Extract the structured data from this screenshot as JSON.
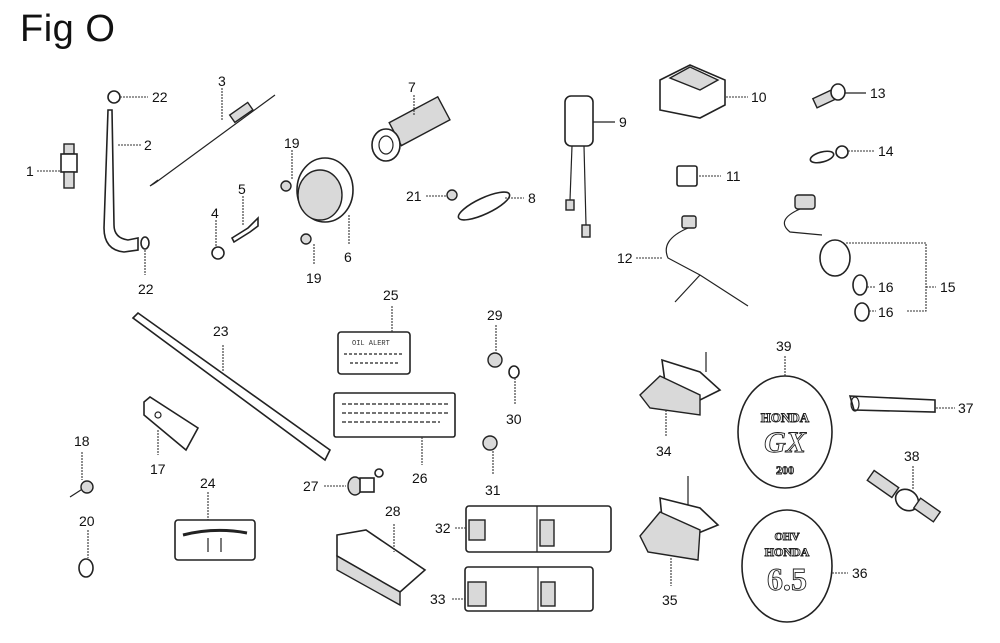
{
  "figure": {
    "title": "Fig O",
    "callouts": [
      "1",
      "2",
      "3",
      "4",
      "5",
      "6",
      "7",
      "8",
      "9",
      "10",
      "11",
      "12",
      "13",
      "14",
      "15",
      "16",
      "16",
      "17",
      "18",
      "19",
      "19",
      "20",
      "21",
      "22",
      "22",
      "23",
      "24",
      "25",
      "26",
      "27",
      "28",
      "29",
      "30",
      "31",
      "32",
      "33",
      "34",
      "35",
      "36",
      "37",
      "38",
      "39"
    ],
    "parts": [
      {
        "number": "1",
        "depicts": "spark plug / fitting"
      },
      {
        "number": "2",
        "depicts": "bent tube"
      },
      {
        "number": "3",
        "depicts": "spring rod"
      },
      {
        "number": "4",
        "depicts": "cap"
      },
      {
        "number": "5",
        "depicts": "lever"
      },
      {
        "number": "6",
        "depicts": "cover"
      },
      {
        "number": "7",
        "depicts": "grip"
      },
      {
        "number": "8",
        "depicts": "gasket"
      },
      {
        "number": "9",
        "depicts": "ignition unit"
      },
      {
        "number": "10",
        "depicts": "regulator"
      },
      {
        "number": "11",
        "depicts": "relay"
      },
      {
        "number": "12",
        "depicts": "wire harness"
      },
      {
        "number": "13",
        "depicts": "bolt"
      },
      {
        "number": "14",
        "depicts": "pin"
      },
      {
        "number": "15",
        "depicts": "switch assembly"
      },
      {
        "number": "16",
        "depicts": "key"
      },
      {
        "number": "17",
        "depicts": "socket wrench"
      },
      {
        "number": "18",
        "depicts": "bolt"
      },
      {
        "number": "19",
        "depicts": "screw"
      },
      {
        "number": "20",
        "depicts": "washer"
      },
      {
        "number": "21",
        "depicts": "nut"
      },
      {
        "number": "22",
        "depicts": "clip"
      },
      {
        "number": "23",
        "depicts": "bar"
      },
      {
        "number": "24",
        "depicts": "label"
      },
      {
        "number": "25",
        "depicts": "oil alert label"
      },
      {
        "number": "26",
        "depicts": "caution label"
      },
      {
        "number": "27",
        "depicts": "fitting"
      },
      {
        "number": "28",
        "depicts": "tool bag"
      },
      {
        "number": "29",
        "depicts": "grommet"
      },
      {
        "number": "30",
        "depicts": "washer"
      },
      {
        "number": "31",
        "depicts": "clip"
      },
      {
        "number": "32",
        "depicts": "warning label"
      },
      {
        "number": "33",
        "depicts": "warning label"
      },
      {
        "number": "34",
        "depicts": "mount"
      },
      {
        "number": "35",
        "depicts": "mount"
      },
      {
        "number": "36",
        "depicts": "emblem"
      },
      {
        "number": "37",
        "depicts": "tube"
      },
      {
        "number": "38",
        "depicts": "spark plug"
      },
      {
        "number": "39",
        "depicts": "emblem"
      }
    ],
    "label_25_text": "OIL ALERT",
    "emblem_39": {
      "brand": "HONDA",
      "model": "GX",
      "size": "200"
    },
    "emblem_36": {
      "top": "OHV",
      "brand": "HONDA",
      "rating": "6.5"
    }
  }
}
